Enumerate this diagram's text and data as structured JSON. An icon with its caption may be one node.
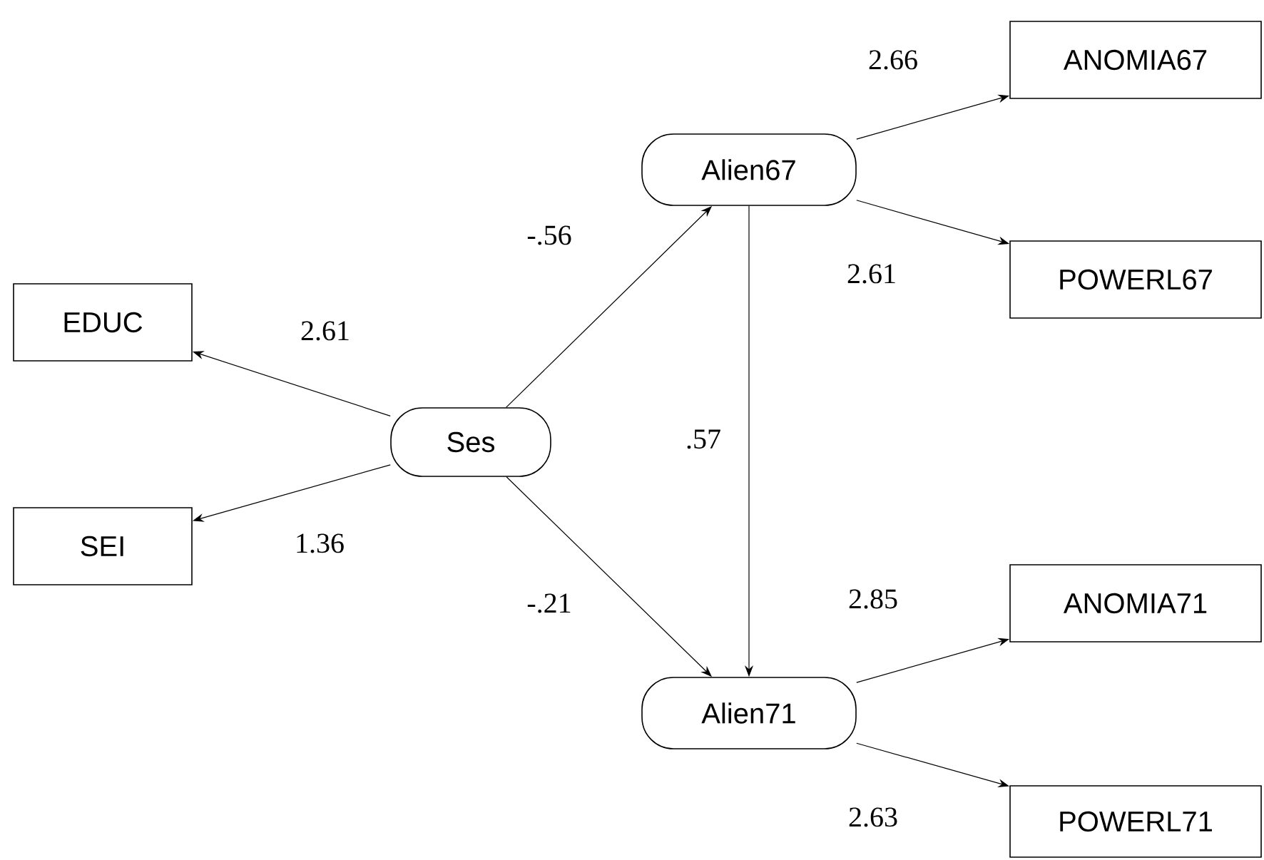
{
  "diagram": {
    "nodes": [
      {
        "text": [
          "EDUC"
        ]
      },
      {
        "text": [
          "SEI"
        ]
      },
      {
        "text": [
          "Ses"
        ]
      },
      {
        "text": [
          "Alien67"
        ]
      },
      {
        "text": [
          "Alien71"
        ]
      },
      {
        "text": [
          "ANOMIA67"
        ]
      },
      {
        "text": [
          "POWERL67"
        ]
      },
      {
        "text": [
          "ANOMIA71"
        ]
      },
      {
        "text": [
          "POWERL71"
        ]
      }
    ],
    "edges": [
      {
        "from": 2,
        "to": 0,
        "arrow": "to",
        "label": "2.61"
      },
      {
        "from": 2,
        "to": 1,
        "arrow": "to",
        "label": "1.36"
      },
      {
        "from": 2,
        "to": 3,
        "arrow": "to",
        "label": "-.56"
      },
      {
        "from": 2,
        "to": 4,
        "arrow": "to",
        "label": "-.21"
      },
      {
        "from": 3,
        "to": 4,
        "arrow": "to",
        "label": ".57"
      },
      {
        "from": 3,
        "to": 5,
        "arrow": "to",
        "label": "2.66"
      },
      {
        "from": 3,
        "to": 6,
        "arrow": "to",
        "label": "2.61"
      },
      {
        "from": 4,
        "to": 7,
        "arrow": "to",
        "label": "2.85"
      },
      {
        "from": 4,
        "to": 8,
        "arrow": "to",
        "label": "2.63"
      }
    ]
  }
}
